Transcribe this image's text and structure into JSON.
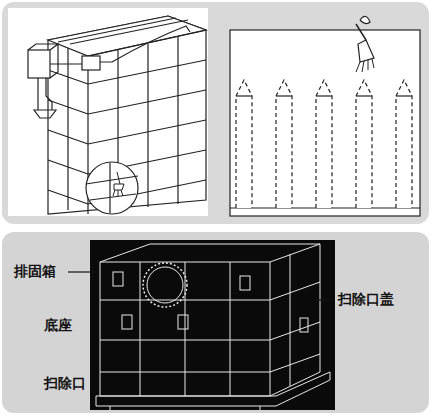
{
  "diagram": {
    "labels": [
      "排固箱",
      "底座",
      "扫除口",
      "扫除口盖"
    ]
  }
}
